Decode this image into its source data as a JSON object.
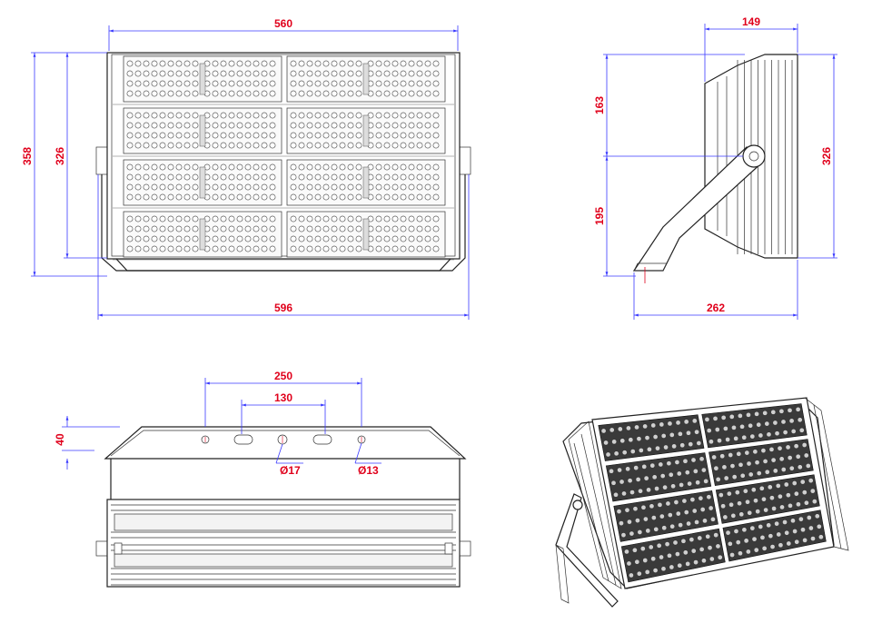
{
  "front_view": {
    "dim_width_top": "560",
    "dim_width_bottom": "596",
    "dim_height_outer": "358",
    "dim_height_inner": "326"
  },
  "side_view": {
    "dim_depth": "149",
    "dim_upper": "163",
    "dim_lower": "195",
    "dim_height": "326",
    "dim_base": "262"
  },
  "bottom_view": {
    "dim_span_outer": "250",
    "dim_span_inner": "130",
    "dim_height": "40",
    "hole_large": "Ø17",
    "hole_small": "Ø13"
  },
  "colors": {
    "dimension_text": "#e0001b",
    "dimension_line": "#3a3aff",
    "outline": "#222222"
  }
}
